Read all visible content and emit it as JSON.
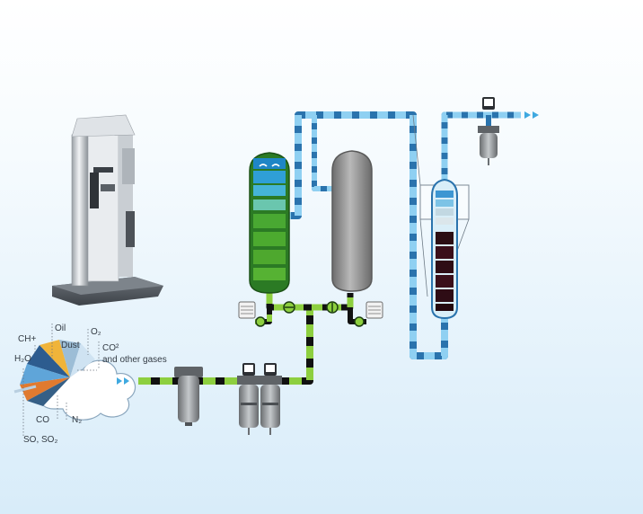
{
  "gas_labels": {
    "ch4": "CH+",
    "oil": "Oil",
    "o2": "O₂",
    "h2o": "H₂O",
    "dust": "Dust",
    "co2": "CO²",
    "other_gases": "and other gases",
    "co": "CO",
    "n2": "N₂",
    "so": "SO, SO₂"
  },
  "colors": {
    "wet_pipe": "#8dcf3f",
    "dry_pipe": "#3b9ddb",
    "pipe_dark": "#111111",
    "vessel_green": "#4caa2f",
    "vessel_grey": "#8a8a8a",
    "contaminant": "#3a0f1a",
    "background": "#e4f2fb"
  },
  "icons": {
    "dryer_unit": "nitrogen-dryer-unit-icon",
    "gas_cloud": "contaminant-gas-cloud-icon",
    "filter": "inline-filter-icon",
    "valve": "valve-icon",
    "silencer": "exhaust-silencer-icon",
    "flow_arrow": "flow-arrow-icon"
  }
}
